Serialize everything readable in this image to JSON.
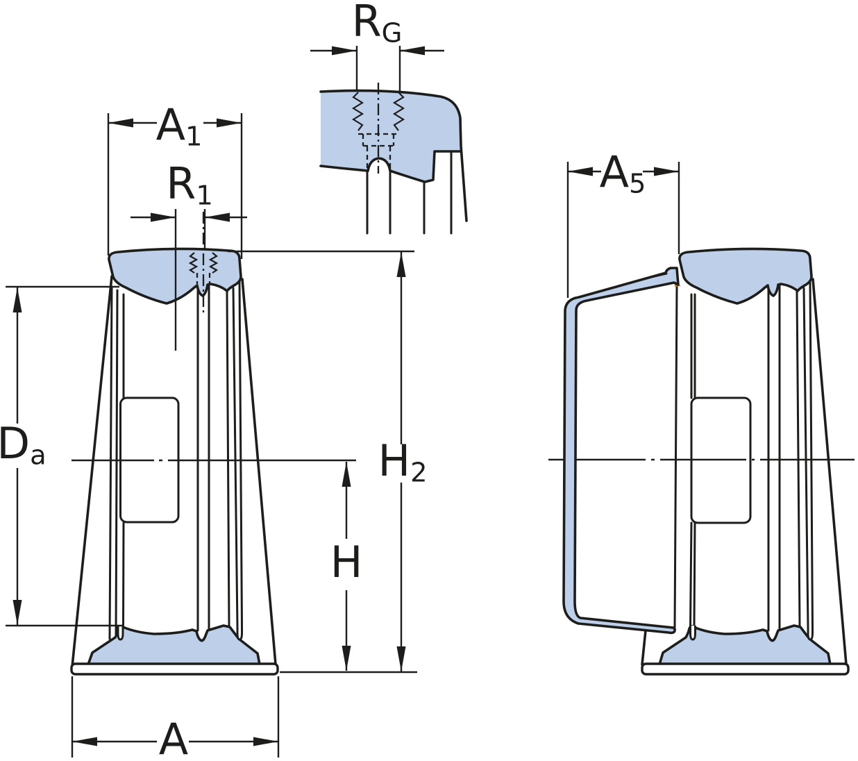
{
  "diagram": {
    "figure_labels": {
      "a1": {
        "base": "A",
        "sub": "1"
      },
      "r1": {
        "base": "R",
        "sub": "1"
      },
      "rg": {
        "base": "R",
        "sub": "G"
      },
      "a5": {
        "base": "A",
        "sub": "5"
      },
      "da": {
        "base": "D",
        "sub": "a"
      },
      "h2": {
        "base": "H",
        "sub": "2"
      },
      "h": {
        "base": "H",
        "sub": ""
      },
      "a": {
        "base": "A",
        "sub": ""
      }
    },
    "colors": {
      "part_fill": "#bdcfe9",
      "line": "#1d1d1b",
      "accent": "#c8873c",
      "background": "#ffffff"
    }
  }
}
